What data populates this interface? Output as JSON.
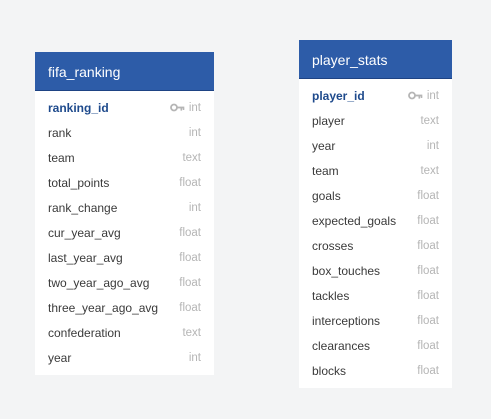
{
  "tables": {
    "fifa_ranking": {
      "name": "fifa_ranking",
      "columns": [
        {
          "name": "ranking_id",
          "type": "int",
          "primary_key": true
        },
        {
          "name": "rank",
          "type": "int"
        },
        {
          "name": "team",
          "type": "text"
        },
        {
          "name": "total_points",
          "type": "float"
        },
        {
          "name": "rank_change",
          "type": "int"
        },
        {
          "name": "cur_year_avg",
          "type": "float"
        },
        {
          "name": "last_year_avg",
          "type": "float"
        },
        {
          "name": "two_year_ago_avg",
          "type": "float"
        },
        {
          "name": "three_year_ago_avg",
          "type": "float"
        },
        {
          "name": "confederation",
          "type": "text"
        },
        {
          "name": "year",
          "type": "int"
        }
      ]
    },
    "player_stats": {
      "name": "player_stats",
      "columns": [
        {
          "name": "player_id",
          "type": "int",
          "primary_key": true
        },
        {
          "name": "player",
          "type": "text"
        },
        {
          "name": "year",
          "type": "int"
        },
        {
          "name": "team",
          "type": "text"
        },
        {
          "name": "goals",
          "type": "float"
        },
        {
          "name": "expected_goals",
          "type": "float"
        },
        {
          "name": "crosses",
          "type": "float"
        },
        {
          "name": "box_touches",
          "type": "float"
        },
        {
          "name": "tackles",
          "type": "float"
        },
        {
          "name": "interceptions",
          "type": "float"
        },
        {
          "name": "clearances",
          "type": "float"
        },
        {
          "name": "blocks",
          "type": "float"
        }
      ]
    }
  },
  "colors": {
    "background": "#f3f4f5",
    "header": "#2d5ca8",
    "primary_key_text": "#1e4a8c",
    "type_text": "#b5b5b5"
  },
  "icons": {
    "primary_key": "key-icon"
  }
}
